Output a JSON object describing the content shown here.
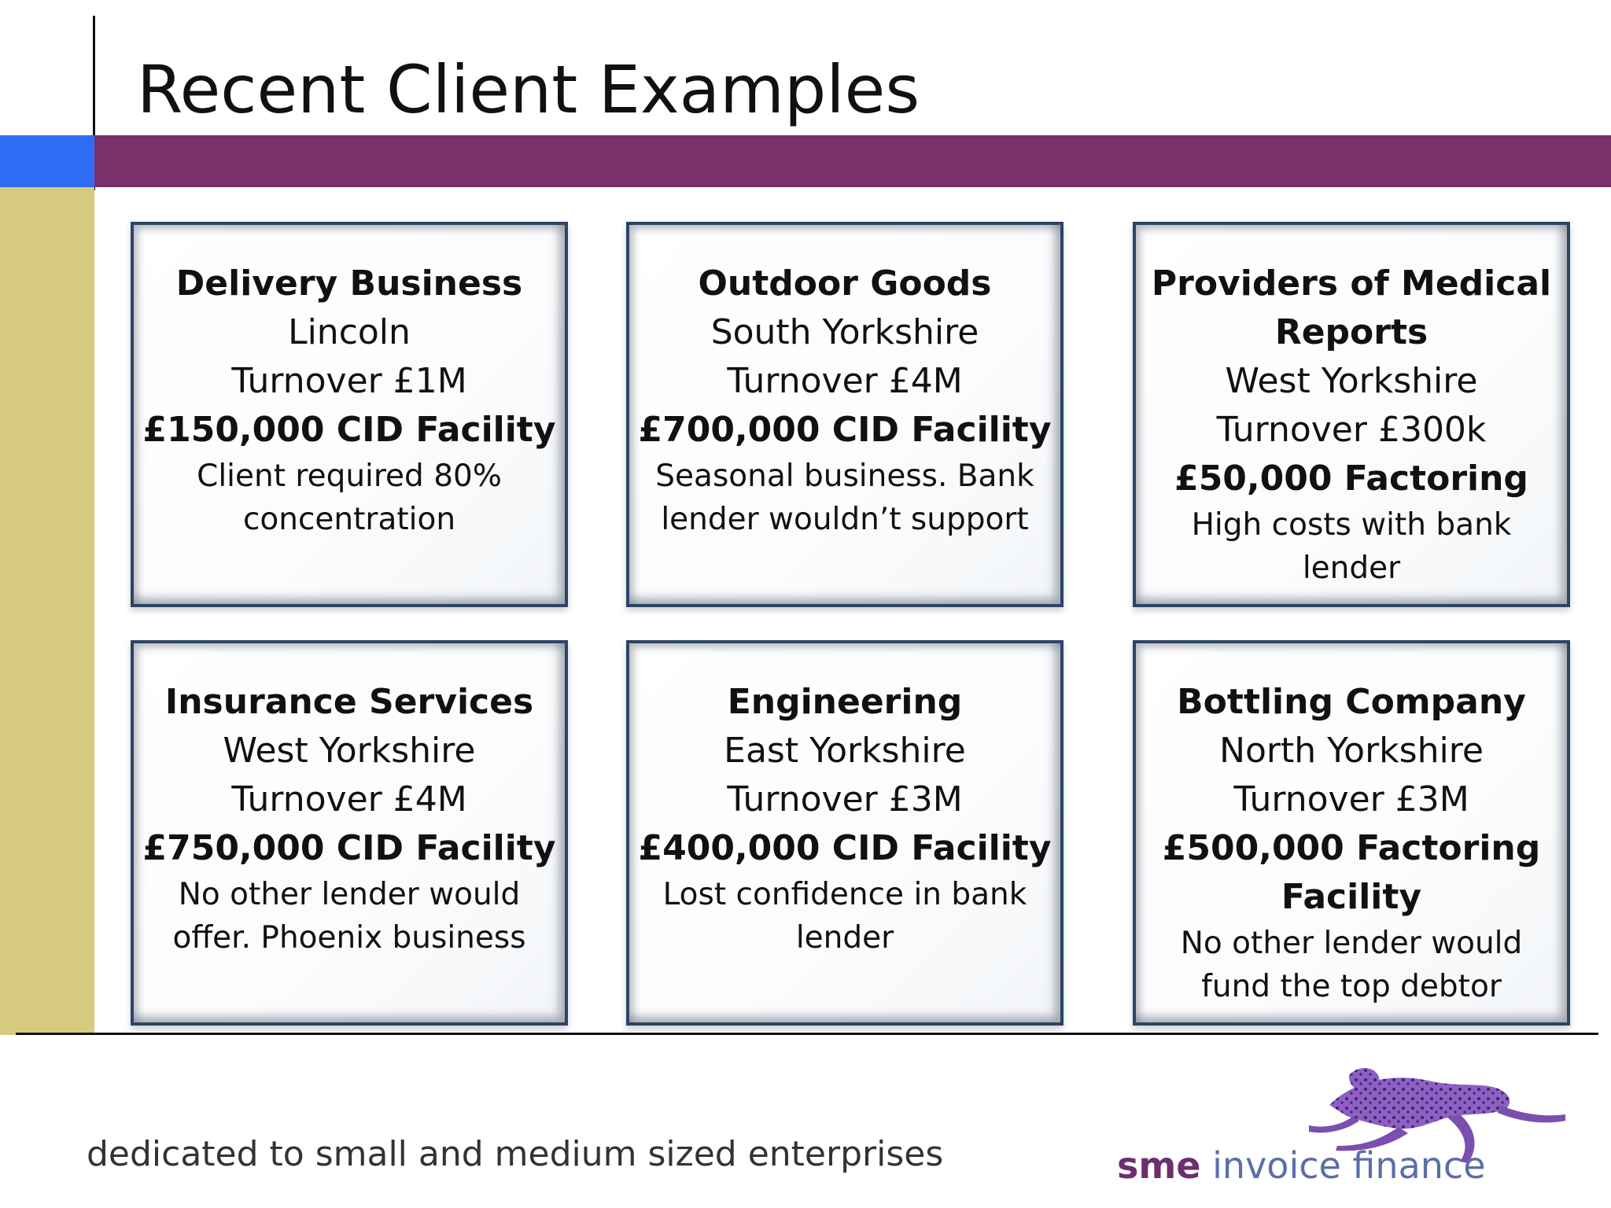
{
  "slide": {
    "title": "Recent Client Examples",
    "tagline": "dedicated to small and medium sized enterprises",
    "logo": {
      "brand": "sme",
      "rest": "invoice finance",
      "icon": "cheetah-icon"
    },
    "colors": {
      "purple_band": "#7a3068",
      "blue_block": "#2f6cf6",
      "khaki_bar": "#d6cb7e",
      "card_border": "#2c4466"
    }
  },
  "cards": [
    {
      "lines": [
        {
          "text": "Delivery Business",
          "style": "bold"
        },
        {
          "text": "Lincoln",
          "style": "regular"
        },
        {
          "text": "Turnover £1M",
          "style": "regular"
        },
        {
          "text": "£150,000 CID Facility",
          "style": "bold"
        },
        {
          "text": "Client required 80%",
          "style": "small"
        },
        {
          "text": "concentration",
          "style": "small"
        }
      ]
    },
    {
      "lines": [
        {
          "text": "Outdoor Goods",
          "style": "bold"
        },
        {
          "text": "South Yorkshire",
          "style": "regular"
        },
        {
          "text": "Turnover £4M",
          "style": "regular"
        },
        {
          "text": "£700,000 CID Facility",
          "style": "bold"
        },
        {
          "text": "Seasonal business. Bank",
          "style": "small"
        },
        {
          "text": "lender wouldn’t support",
          "style": "small"
        }
      ]
    },
    {
      "lines": [
        {
          "text": "Providers of Medical",
          "style": "bold"
        },
        {
          "text": "Reports",
          "style": "bold"
        },
        {
          "text": "West Yorkshire",
          "style": "regular"
        },
        {
          "text": "Turnover £300k",
          "style": "regular"
        },
        {
          "text": "£50,000 Factoring",
          "style": "bold"
        },
        {
          "text": "High costs with bank",
          "style": "small"
        },
        {
          "text": "lender",
          "style": "small"
        }
      ]
    },
    {
      "lines": [
        {
          "text": "Insurance Services",
          "style": "bold"
        },
        {
          "text": "West Yorkshire",
          "style": "regular"
        },
        {
          "text": "Turnover £4M",
          "style": "regular"
        },
        {
          "text": "£750,000 CID Facility",
          "style": "bold"
        },
        {
          "text": "No other lender would",
          "style": "small"
        },
        {
          "text": "offer. Phoenix business",
          "style": "small"
        }
      ]
    },
    {
      "lines": [
        {
          "text": "Engineering",
          "style": "bold"
        },
        {
          "text": "East Yorkshire",
          "style": "regular"
        },
        {
          "text": "Turnover £3M",
          "style": "regular"
        },
        {
          "text": "£400,000 CID Facility",
          "style": "bold"
        },
        {
          "text": "Lost confidence in bank",
          "style": "small"
        },
        {
          "text": "lender",
          "style": "small"
        }
      ]
    },
    {
      "lines": [
        {
          "text": "Bottling Company",
          "style": "bold"
        },
        {
          "text": "North Yorkshire",
          "style": "regular"
        },
        {
          "text": "Turnover £3M",
          "style": "regular"
        },
        {
          "text": "£500,000 Factoring",
          "style": "bold"
        },
        {
          "text": "Facility",
          "style": "bold"
        },
        {
          "text": "No other lender would",
          "style": "small"
        },
        {
          "text": "fund the top debtor",
          "style": "small"
        }
      ]
    }
  ]
}
